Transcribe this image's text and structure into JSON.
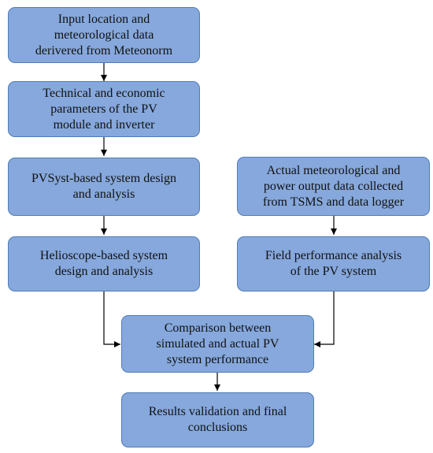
{
  "flowchart": {
    "nodes": {
      "input": "Input location and\nmeteorological  data\nderivered from Meteonorm",
      "params": "Technical and economic\nparameters of the PV\nmodule and inverter",
      "pvsyst": "PVSyst-based system design\nand analysis",
      "helioscope": "Helioscope-based system\ndesign and analysis",
      "actual": "Actual meteorological and\npower output  data collected\nfrom TSMS and data logger",
      "field": "Field performance analysis\nof the PV system",
      "comparison": "Comparison between\nsimulated and actual PV\nsystem performance",
      "results": "Results validation and final\nconclusions"
    },
    "colors": {
      "box_fill": "#86a8dc",
      "box_border": "#4f7cb6",
      "arrow": "#000000"
    }
  }
}
